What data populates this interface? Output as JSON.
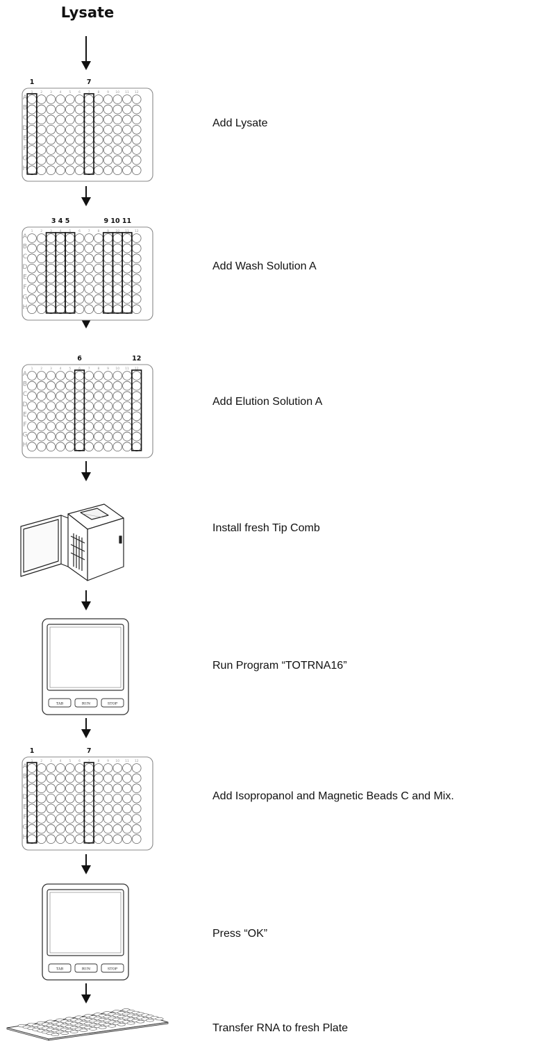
{
  "title": "Lysate",
  "plate": {
    "row_letters": [
      "A",
      "B",
      "C",
      "D",
      "E",
      "F",
      "G",
      "H"
    ],
    "col_numbers": [
      "1",
      "2",
      "3",
      "4",
      "5",
      "6",
      "7",
      "8",
      "9",
      "10",
      "11",
      "12"
    ]
  },
  "steps": [
    {
      "label": "Add Lysate",
      "kind": "plate",
      "highlight": [
        1,
        7
      ],
      "markers": [
        "1",
        "7"
      ]
    },
    {
      "label": "Add Wash Solution A",
      "kind": "plate",
      "highlight": [
        3,
        4,
        5,
        9,
        10,
        11
      ],
      "markers": [
        "3 4 5",
        "9 10 11"
      ]
    },
    {
      "label": "Add Elution Solution A",
      "kind": "plate",
      "highlight": [
        6,
        12
      ],
      "markers": [
        "6",
        "12"
      ]
    },
    {
      "label": "Install fresh Tip Comb",
      "kind": "instrument"
    },
    {
      "label": "Run Program “TOTRNA16”",
      "kind": "display",
      "buttons": [
        "TAB",
        "RUN",
        "STOP"
      ]
    },
    {
      "label": "Add Isopropanol and Magnetic Beads C and Mix.",
      "kind": "plate",
      "highlight": [
        1,
        7
      ],
      "markers": [
        "1",
        "7"
      ]
    },
    {
      "label": "Press “OK”",
      "kind": "display",
      "buttons": [
        "TAB",
        "RUN",
        "STOP"
      ]
    },
    {
      "label": "Transfer RNA to fresh Plate",
      "kind": "flat-plate"
    }
  ],
  "colors": {
    "ink": "#111111",
    "light": "#9a9a9a"
  }
}
